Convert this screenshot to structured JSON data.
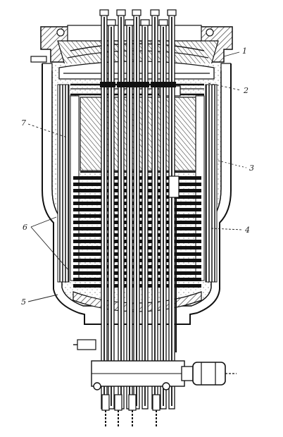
{
  "figure": {
    "callouts": [
      {
        "id": "c1",
        "label": "1"
      },
      {
        "id": "c2",
        "label": "2"
      },
      {
        "id": "c3",
        "label": "3"
      },
      {
        "id": "c4",
        "label": "4"
      },
      {
        "id": "c5",
        "label": "5"
      },
      {
        "id": "c6",
        "label": "6"
      },
      {
        "id": "c7",
        "label": "7"
      }
    ]
  }
}
